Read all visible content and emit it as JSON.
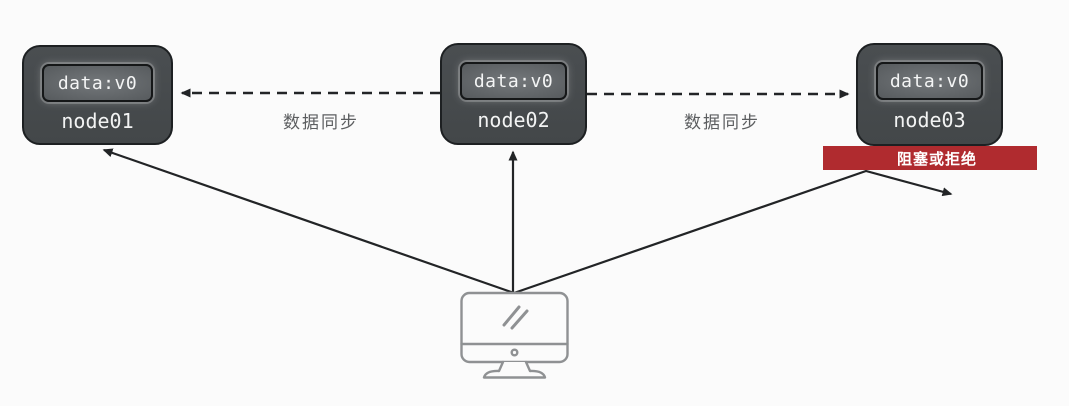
{
  "nodes": [
    {
      "name": "node01",
      "data_value": "data:v0"
    },
    {
      "name": "node02",
      "data_value": "data:v0"
    },
    {
      "name": "node03",
      "data_value": "data:v0"
    }
  ],
  "sync_labels": {
    "left": "数据同步",
    "right": "数据同步"
  },
  "banner": {
    "label": "阻塞或拒绝"
  },
  "icons": {
    "client": "desktop-computer-icon"
  },
  "colors": {
    "background": "#fbfbfb",
    "node_fill": "#474b4e",
    "node_border": "#1d2022",
    "display_fill": "#64686b",
    "display_border": "#151718",
    "node_text": "#f4f5f5",
    "arrow": "#222426",
    "sync_label_text": "#5c5e60",
    "banner_bg": "#b02b2f",
    "banner_text": "#ffffff",
    "monitor_stroke": "#8f9193"
  }
}
